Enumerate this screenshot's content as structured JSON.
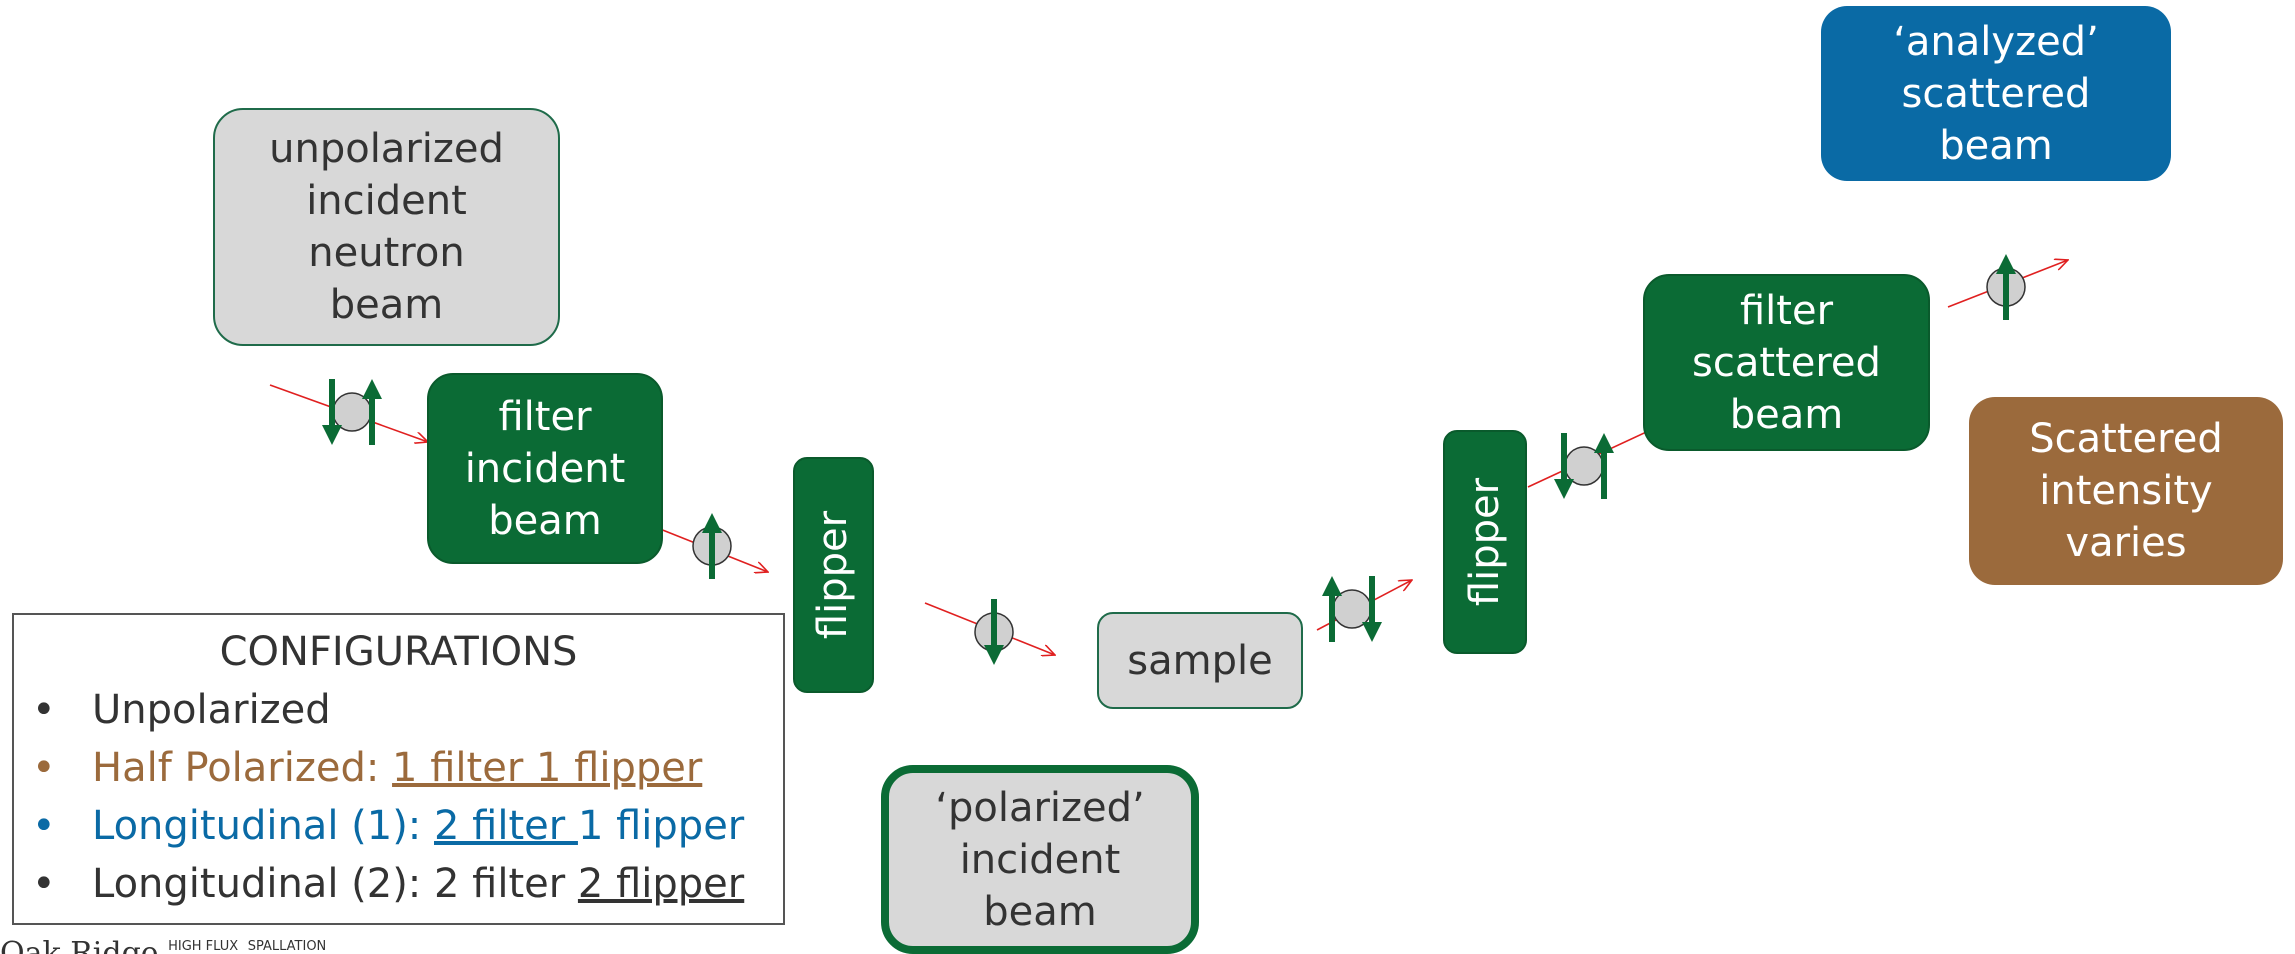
{
  "boxes": {
    "unpolarized": "unpolarized\nincident\nneutron\nbeam",
    "filter_incident": "filter\nincident\nbeam",
    "flipper_1": "flipper",
    "sample": "sample",
    "polarized": "‘polarized’\nincident\nbeam",
    "flipper_2": "flipper",
    "filter_scattered": "filter\nscattered\nbeam",
    "analyzed": "‘analyzed’\nscattered\nbeam",
    "scattered_intensity": "Scattered\nintensity\nvaries"
  },
  "configurations": {
    "title": "CONFIGURATIONS",
    "bullet": "•",
    "item_1": "Unpolarized",
    "item_2_prefix": "Half Polarized: ",
    "item_2_underlined": "1 filter 1 flipper",
    "item_3_prefix": "Longitudinal (1):  ",
    "item_3_underlined": "2 filter ",
    "item_3_suffix": "1 flipper",
    "item_4_prefix": "Longitudinal (2):  2 filter ",
    "item_4_underlined": "2 flipper"
  },
  "logo": {
    "name": "Oak Ridge",
    "tag_1": "HIGH FLUX",
    "tag_2": "SPALLATION"
  },
  "colors": {
    "green": "#0b6b35",
    "beam_red": "#e02020",
    "blue": "#0a6aa5",
    "brown": "#9b6a3c",
    "grey_box": "#d8d8d8",
    "text_dark": "#333333",
    "half_polarized_text": "#9b6a3c",
    "longitudinal_1_text": "#0a6aa5"
  },
  "spin_markers": [
    {
      "name": "spin-pair-before-filter",
      "arrows": [
        "down",
        "up"
      ]
    },
    {
      "name": "spin-after-filter",
      "arrows": [
        "up"
      ]
    },
    {
      "name": "spin-after-flipper",
      "arrows": [
        "down"
      ]
    },
    {
      "name": "spin-after-sample",
      "arrows": [
        "up",
        "down"
      ]
    },
    {
      "name": "spin-after-flipper-2",
      "arrows": [
        "down",
        "up"
      ]
    },
    {
      "name": "spin-after-analyzer",
      "arrows": [
        "up"
      ]
    }
  ]
}
